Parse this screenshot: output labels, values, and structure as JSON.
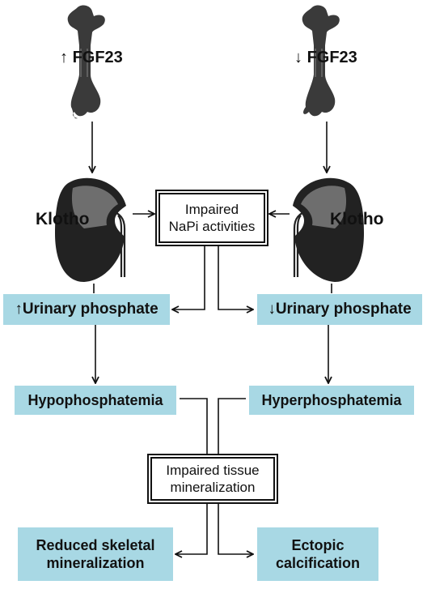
{
  "left_fgf": {
    "arrow": "↑",
    "label": "FGF23"
  },
  "right_fgf": {
    "arrow": "↓",
    "label": "FGF23"
  },
  "left_kidney_label": "Klotho",
  "right_kidney_label": "Klotho",
  "napi_box": {
    "line1": "Impaired",
    "line2": "NaPi activities"
  },
  "left_urinary": {
    "arrow": "↑",
    "label": "Urinary phosphate"
  },
  "right_urinary": {
    "arrow": "↓",
    "label": "Urinary phosphate"
  },
  "hypophosphatemia": "Hypophosphatemia",
  "hyperphosphatemia": "Hyperphosphatemia",
  "tissue_box": {
    "line1": "Impaired tissue",
    "line2": "mineralization"
  },
  "reduced_box": {
    "line1": "Reduced skeletal",
    "line2": "mineralization"
  },
  "ectopic_box": {
    "line1": "Ectopic",
    "line2": "calcification"
  },
  "colors": {
    "highlight": "#a8d8e4",
    "stroke": "#111111"
  }
}
